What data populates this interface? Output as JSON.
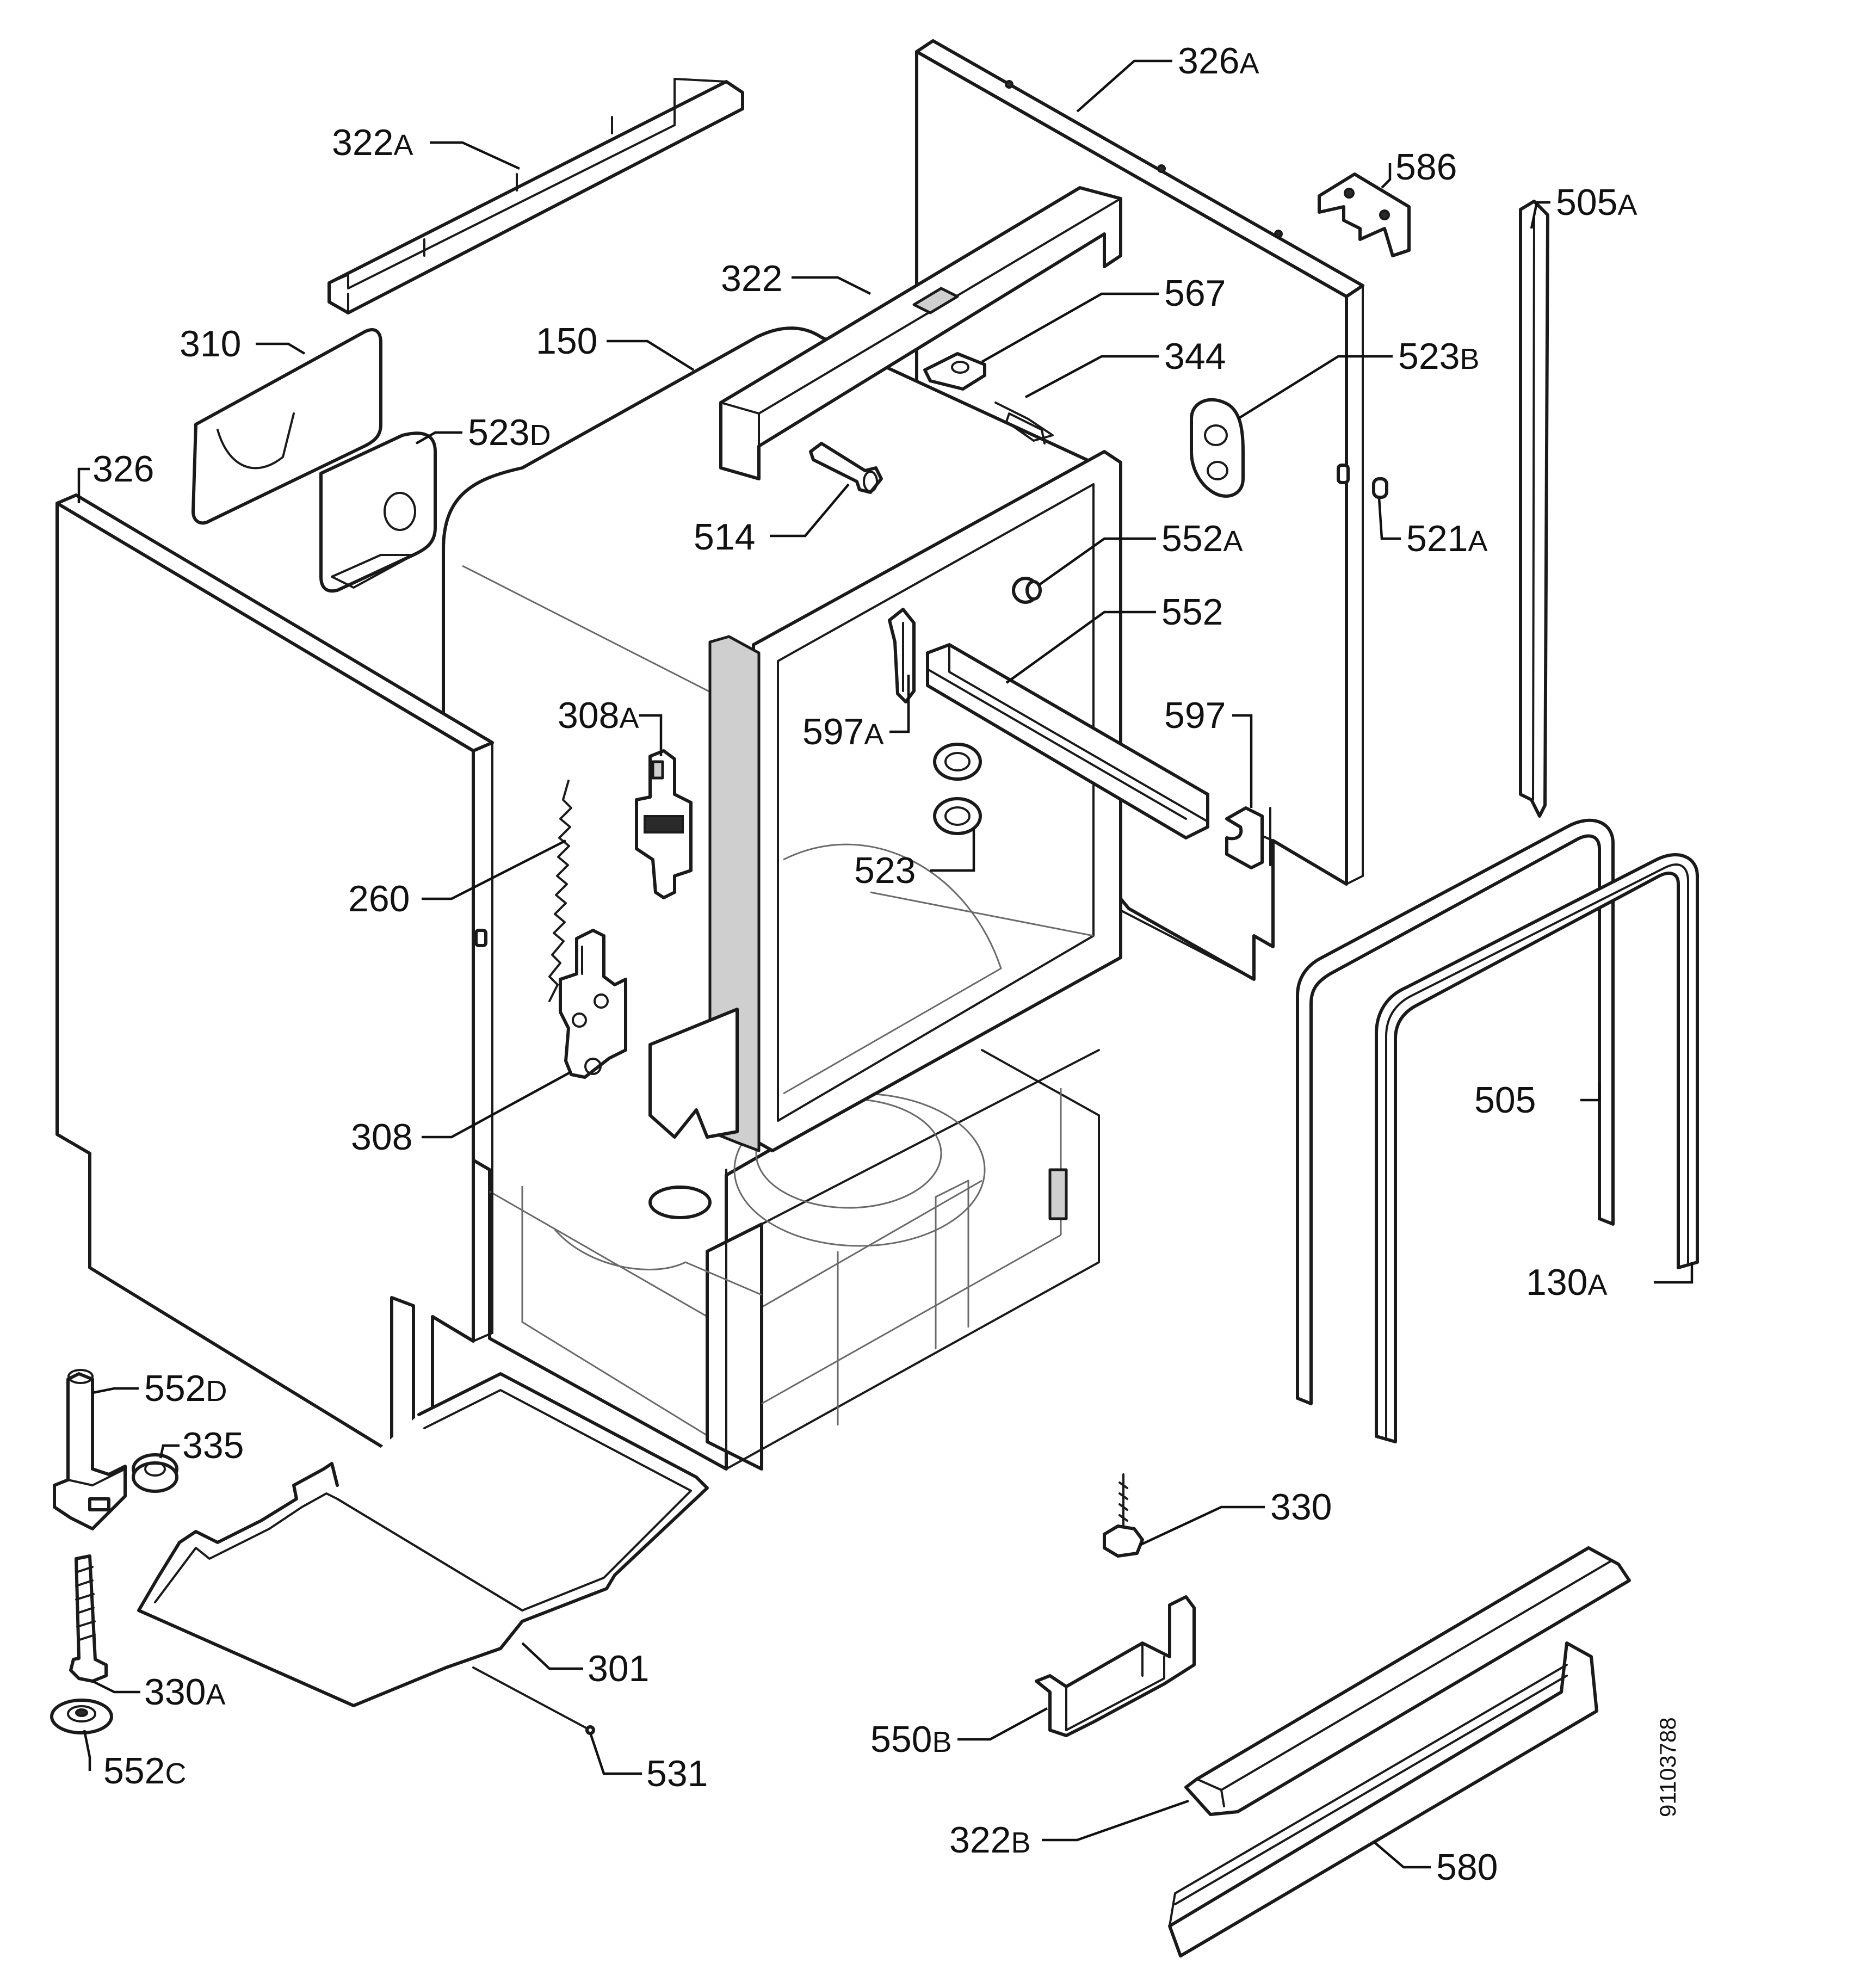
{
  "labels": [
    {
      "id": "322a",
      "num": "322",
      "suf": "A"
    },
    {
      "id": "326a",
      "num": "326",
      "suf": "A"
    },
    {
      "id": "586",
      "num": "586",
      "suf": ""
    },
    {
      "id": "505a",
      "num": "505",
      "suf": "A"
    },
    {
      "id": "322",
      "num": "322",
      "suf": ""
    },
    {
      "id": "567",
      "num": "567",
      "suf": ""
    },
    {
      "id": "310",
      "num": "310",
      "suf": ""
    },
    {
      "id": "150",
      "num": "150",
      "suf": ""
    },
    {
      "id": "344",
      "num": "344",
      "suf": ""
    },
    {
      "id": "523b",
      "num": "523",
      "suf": "B"
    },
    {
      "id": "523d",
      "num": "523",
      "suf": "D"
    },
    {
      "id": "326",
      "num": "326",
      "suf": ""
    },
    {
      "id": "514",
      "num": "514",
      "suf": ""
    },
    {
      "id": "552a",
      "num": "552",
      "suf": "A"
    },
    {
      "id": "521a",
      "num": "521",
      "suf": "A"
    },
    {
      "id": "552",
      "num": "552",
      "suf": ""
    },
    {
      "id": "308a",
      "num": "308",
      "suf": "A"
    },
    {
      "id": "597",
      "num": "597",
      "suf": ""
    },
    {
      "id": "597a",
      "num": "597",
      "suf": "A"
    },
    {
      "id": "523",
      "num": "523",
      "suf": ""
    },
    {
      "id": "260",
      "num": "260",
      "suf": ""
    },
    {
      "id": "505",
      "num": "505",
      "suf": ""
    },
    {
      "id": "308",
      "num": "308",
      "suf": ""
    },
    {
      "id": "130a",
      "num": "130",
      "suf": "A"
    },
    {
      "id": "552d",
      "num": "552",
      "suf": "D"
    },
    {
      "id": "335",
      "num": "335",
      "suf": ""
    },
    {
      "id": "330",
      "num": "330",
      "suf": ""
    },
    {
      "id": "301",
      "num": "301",
      "suf": ""
    },
    {
      "id": "330a",
      "num": "330",
      "suf": "A"
    },
    {
      "id": "550b",
      "num": "550",
      "suf": "B"
    },
    {
      "id": "552c",
      "num": "552",
      "suf": "C"
    },
    {
      "id": "531",
      "num": "531",
      "suf": ""
    },
    {
      "id": "322b",
      "num": "322",
      "suf": "B"
    },
    {
      "id": "580",
      "num": "580",
      "suf": ""
    }
  ],
  "drawing_number": "91103788"
}
